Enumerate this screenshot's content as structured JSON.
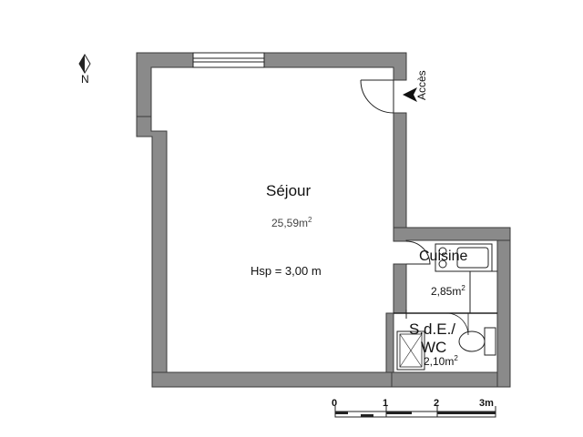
{
  "compass": {
    "north_label": "N"
  },
  "access_label": "Accès",
  "rooms": {
    "sejour": {
      "name": "Séjour",
      "area": "25,59m",
      "area_unit_sup": "2",
      "height": "Hsp = 3,00 m"
    },
    "cuisine": {
      "name": "Cuisine",
      "area": "2,85m",
      "area_unit_sup": "2"
    },
    "sde": {
      "name_line1": "S.d.E./",
      "name_line2": "WC",
      "area": "2,10m",
      "area_unit_sup": "2"
    }
  },
  "scale": {
    "labels": [
      "0",
      "1",
      "2",
      "3m"
    ]
  },
  "colors": {
    "wall": "#8a8a8a",
    "wall_edge": "#3a3a3a",
    "line": "#222222"
  }
}
